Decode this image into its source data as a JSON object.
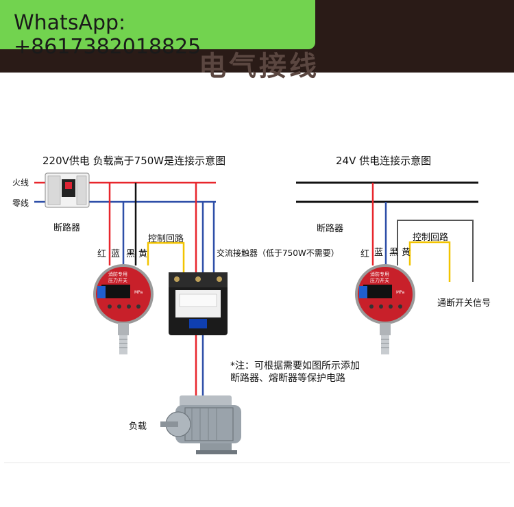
{
  "banner": {
    "whatsapp_text": "WhatsApp: +8617382018825",
    "ghost_text": "电气接线"
  },
  "left_diagram": {
    "title": "220V供电 负载高于750W是连接示意图",
    "live_label": "火线",
    "neutral_label": "零线",
    "breaker_label": "断路器",
    "control_loop_label": "控制回路",
    "wire_labels": [
      "红",
      "蓝",
      "黑",
      "黄"
    ],
    "contactor_label": "交流接触器（低于750W不需要）",
    "note_line1": "*注：可根据需要如图所示添加",
    "note_line2": "断路器、熔断器等保护电路",
    "load_label": "负载"
  },
  "right_diagram": {
    "title": "24V 供电连接示意图",
    "breaker_label": "断路器",
    "control_loop_label": "控制回路",
    "wire_labels": [
      "红",
      "蓝",
      "黑",
      "黄"
    ],
    "signal_label": "通断开关信号"
  },
  "gauge": {
    "line1": "消防专用",
    "line2": "压力开关",
    "unit": "MPa"
  },
  "colors": {
    "red_wire": "#e8262c",
    "blue_wire": "#2e4fa8",
    "black_wire": "#111111",
    "yellow_wire": "#f2c400",
    "gauge_red": "#c8202a",
    "whatsapp_green": "#72d34f"
  }
}
